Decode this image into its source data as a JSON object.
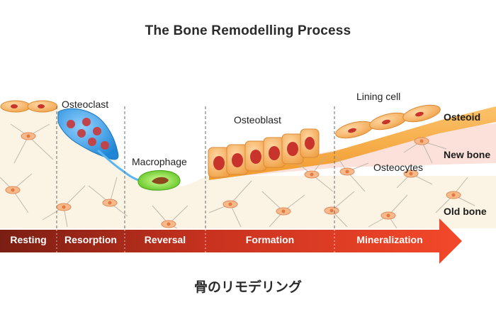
{
  "title": "The Bone Remodelling Process",
  "subtitle": "骨のリモデリング",
  "cells": {
    "osteoclast": "Osteoclast",
    "macrophage": "Macrophage",
    "osteoblast": "Osteoblast",
    "lining_cell": "Lining cell",
    "osteocytes": "Osteocytes"
  },
  "layers": {
    "osteoid": "Osteoid",
    "new_bone": "New bone",
    "old_bone": "Old bone"
  },
  "stages": [
    "Resting",
    "Resorption",
    "Reversal",
    "Formation",
    "Mineralization"
  ],
  "colors": {
    "bone": "#fbf3e4",
    "new_bone": "#fbe3dc",
    "osteoid": "#f6a33a",
    "osteoclast": "#3ea3e8",
    "macrophage": "#8edc3a",
    "cell_nucleus": "#c8332b",
    "arrow_start": "#7b1f14",
    "arrow_end": "#f2452a"
  }
}
